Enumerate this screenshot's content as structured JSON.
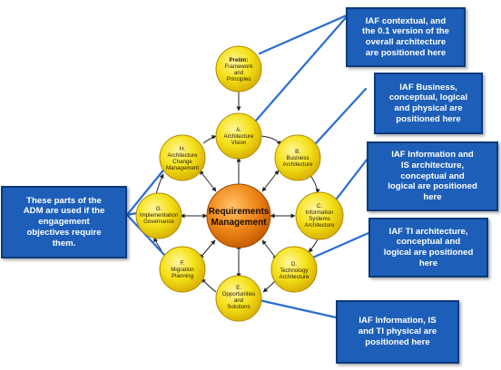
{
  "diagram": {
    "center": {
      "lines": [
        "Requirements",
        "Management"
      ]
    },
    "nodes": [
      {
        "id": "prelim",
        "lines": [
          "Prelim:",
          "Framework",
          "and",
          "Principles"
        ],
        "first_bold": true
      },
      {
        "id": "a",
        "lines": [
          "A.",
          "Architecture",
          "Vision"
        ]
      },
      {
        "id": "b",
        "lines": [
          "B.",
          "Business",
          "Architecture"
        ]
      },
      {
        "id": "c",
        "lines": [
          "C.",
          "Information",
          "Systems",
          "Architecture"
        ]
      },
      {
        "id": "d",
        "lines": [
          "D.",
          "Technology",
          "Architecture"
        ]
      },
      {
        "id": "e",
        "lines": [
          "E.",
          "Opportunities",
          "and",
          "Solutions"
        ]
      },
      {
        "id": "f",
        "lines": [
          "F.",
          "Migration",
          "Planning"
        ]
      },
      {
        "id": "g",
        "lines": [
          "G.",
          "Implementation",
          "Governance"
        ]
      },
      {
        "id": "h",
        "lines": [
          "H.",
          "Architecture",
          "Change",
          "Management"
        ]
      }
    ]
  },
  "callouts": {
    "contextual": "IAF contextual, and\nthe 0.1 version of the\noverall architecture\nare positioned here",
    "business": "IAF Business,\nconceptual, logical\nand physical are\npositioned here",
    "information": "IAF Information and\nIS architecture,\nconceptual and\nlogical are positioned\nhere",
    "ti": "IAF TI architecture,\nconceptual and\nlogical are positioned\nhere",
    "physical": "IAF  Information, IS\nand TI physical are\npositioned here",
    "engagement": "These parts of the\nADM  are used if the\nengagement\nobjectives require\nthem."
  },
  "colors": {
    "node_fill": "#f5e21a",
    "node_stroke": "#b08a00",
    "center_fill": "#f08a1c",
    "callout_fill": "#1d5fb8",
    "callout_line": "#2a6ecf"
  }
}
